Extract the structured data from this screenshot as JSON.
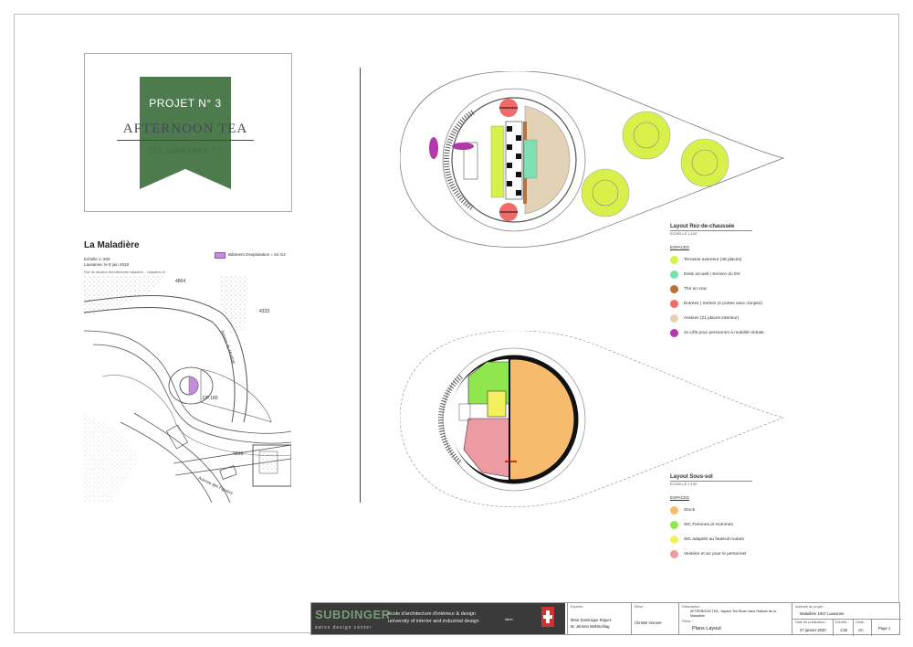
{
  "logo": {
    "project": "PROJET N° 3",
    "name": "AFTERNOON TEA",
    "tagline": "TEA SHOP OPEN 7/7"
  },
  "site_map": {
    "title": "La Maladière",
    "scale": "Echelle 1: 500",
    "place_date": "Lausanne, le 8 juin 2018",
    "note": "Plan de situation des bâtiments maladière – maladière.ch",
    "legend_label": "Bâtiment d'exploitation = 54 m2",
    "parcels": [
      "4864",
      "4333",
      "DP 180",
      "4296"
    ],
    "streets": [
      "Avenue de Montoie",
      "Avenue des Figuiers"
    ]
  },
  "ground_floor": {
    "title": "Layout Rez-de-chaussée",
    "scale": "ECHELLE 1:100",
    "section": "ESPACES",
    "items": [
      {
        "label": "Terrasse exterieur (48 places)",
        "color": "#d8f04a"
      },
      {
        "label": "Desk accueil | Service du thé",
        "color": "#7de0b0"
      },
      {
        "label": "Thé en vrac",
        "color": "#b8733a"
      },
      {
        "label": "Entrées | Sorties (2 portes avec rampes)",
        "color": "#f06a6a"
      },
      {
        "label": "Assises (21 places intérieur)",
        "color": "#e2d3b6"
      },
      {
        "label": "2x Lifts pour personnes à mobilité réduite",
        "color": "#b23aa8"
      }
    ]
  },
  "basement": {
    "title": "Layout Sous-sol",
    "scale": "ECHELLE 1:100",
    "section": "ESPACES",
    "items": [
      {
        "label": "Stock",
        "color": "#f7bb6d"
      },
      {
        "label": "WC Femmes et Hommes",
        "color": "#8fe64e"
      },
      {
        "label": "WC adaptés au fauteuil roulant",
        "color": "#f3f060"
      },
      {
        "label": "Vestière et wc pour le personnel",
        "color": "#ec9ba2"
      }
    ]
  },
  "title_block": {
    "school_logo": "SUBDINGER",
    "school_sub": "swiss design center",
    "school_line1": "école d'architecture d'intérieur & design",
    "school_line2": "university of interior and industrial design",
    "badge": "label",
    "experts_label": "Experts :",
    "experts_1": "Mme Dominique Riquez",
    "experts_2": "M. Jérome Wohlschlag",
    "student_label": "Élève :",
    "student": "Christel Vionnet",
    "desc_label": "Description :",
    "desc": "AFTERNOON TEA - espace Tea Room dans l'édicule de la Maladière",
    "piece_label": "Pièce :",
    "piece": "Plans Layout",
    "address_label": "Adresse du projet :",
    "address": "Maladière 1007 Lausanne",
    "date_label": "Date de publication :",
    "date": "27 janvier 2020",
    "scale_label": "Echelle :",
    "scale": "1:50",
    "unit_label": "Unité :",
    "unit": "cm",
    "page": "Page 1"
  }
}
